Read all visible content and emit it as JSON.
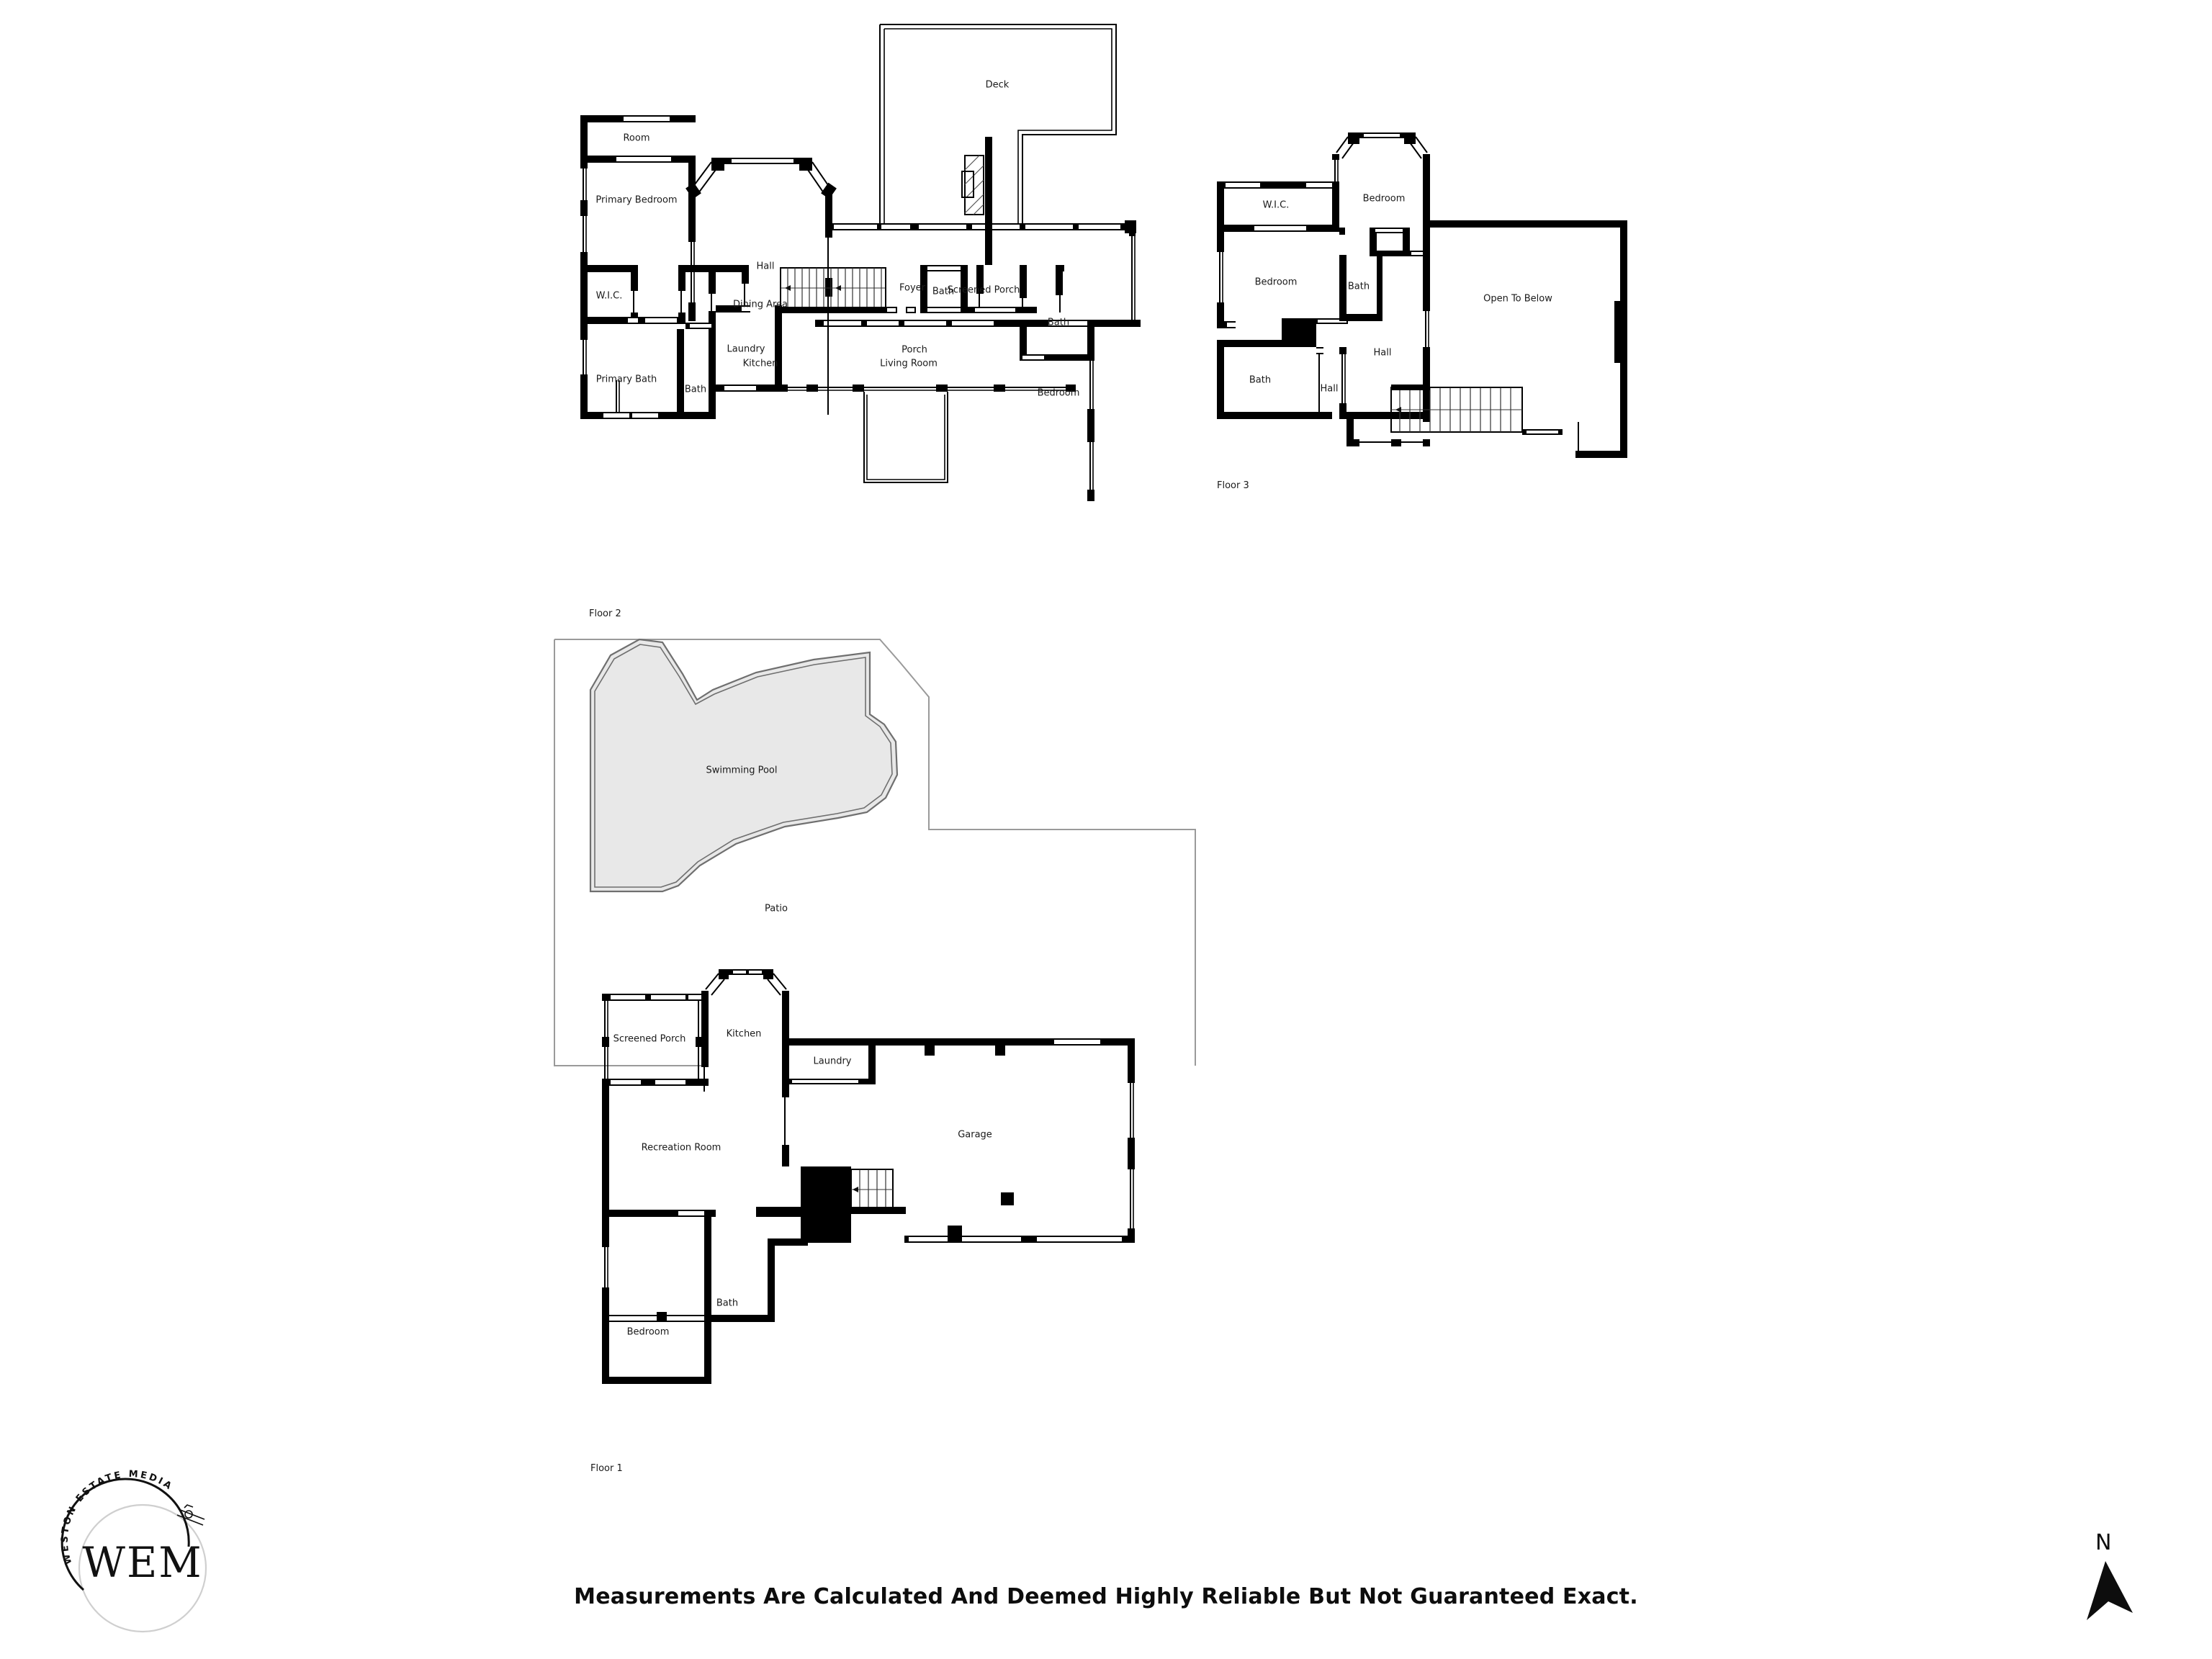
{
  "document": {
    "kind": "real-estate-floor-plan",
    "footer_note": "Measurements Are Calculated And Deemed Highly Reliable But Not Guaranteed Exact."
  },
  "logo": {
    "monogram": "WEM",
    "circular_text": "WESTON ESTATE MEDIA"
  },
  "compass": {
    "label": "N"
  },
  "floors": [
    {
      "id": "floor2",
      "caption": "Floor 2",
      "rooms": [
        {
          "name": "Deck",
          "label": "Deck"
        },
        {
          "name": "Screened Porch",
          "label": "Screened Porch"
        },
        {
          "name": "Dining Area",
          "label": "Dining Area"
        },
        {
          "name": "Room",
          "label": "Room"
        },
        {
          "name": "Kitchen",
          "label": "Kitchen"
        },
        {
          "name": "Living Room",
          "label": "Living Room"
        },
        {
          "name": "Bath",
          "label": "Bath"
        },
        {
          "name": "Primary Bedroom",
          "label": "Primary Bedroom"
        },
        {
          "name": "Bedroom",
          "label": "Bedroom"
        },
        {
          "name": "W.I.C.",
          "label": "W.I.C."
        },
        {
          "name": "Hall",
          "label": "Hall"
        },
        {
          "name": "Foyer",
          "label": "Foyer"
        },
        {
          "name": "Bath 2",
          "label": "Bath"
        },
        {
          "name": "Laundry",
          "label": "Laundry"
        },
        {
          "name": "Porch",
          "label": "Porch"
        },
        {
          "name": "Primary Bath",
          "label": "Primary Bath"
        },
        {
          "name": "Bath 3",
          "label": "Bath"
        }
      ]
    },
    {
      "id": "floor3",
      "caption": "Floor 3",
      "rooms": [
        {
          "name": "Bedroom Upper",
          "label": "Bedroom"
        },
        {
          "name": "W.I.C.",
          "label": "W.I.C."
        },
        {
          "name": "Bath Top",
          "label": "Bath"
        },
        {
          "name": "Bedroom Left",
          "label": "Bedroom"
        },
        {
          "name": "Open To Below",
          "label": "Open To Below"
        },
        {
          "name": "Bath Lower",
          "label": "Bath"
        },
        {
          "name": "Hall Lower",
          "label": "Hall"
        },
        {
          "name": "Hall Main",
          "label": "Hall"
        }
      ]
    },
    {
      "id": "floor1",
      "caption": "Floor 1",
      "rooms": [
        {
          "name": "Swimming Pool",
          "label": "Swimming Pool"
        },
        {
          "name": "Patio",
          "label": "Patio"
        },
        {
          "name": "Screened Porch",
          "label": "Screened Porch"
        },
        {
          "name": "Kitchen",
          "label": "Kitchen"
        },
        {
          "name": "Laundry",
          "label": "Laundry"
        },
        {
          "name": "Recreation Room",
          "label": "Recreation Room"
        },
        {
          "name": "Garage",
          "label": "Garage"
        },
        {
          "name": "Bath",
          "label": "Bath"
        },
        {
          "name": "Bedroom",
          "label": "Bedroom"
        }
      ]
    }
  ],
  "colors": {
    "wall": "#000000",
    "pool_fill": "#e8e8e8",
    "pool_stroke": "#6f6f6f",
    "patio_outline": "#9a9a9a",
    "text": "#1a1a1a",
    "background": "#ffffff"
  }
}
